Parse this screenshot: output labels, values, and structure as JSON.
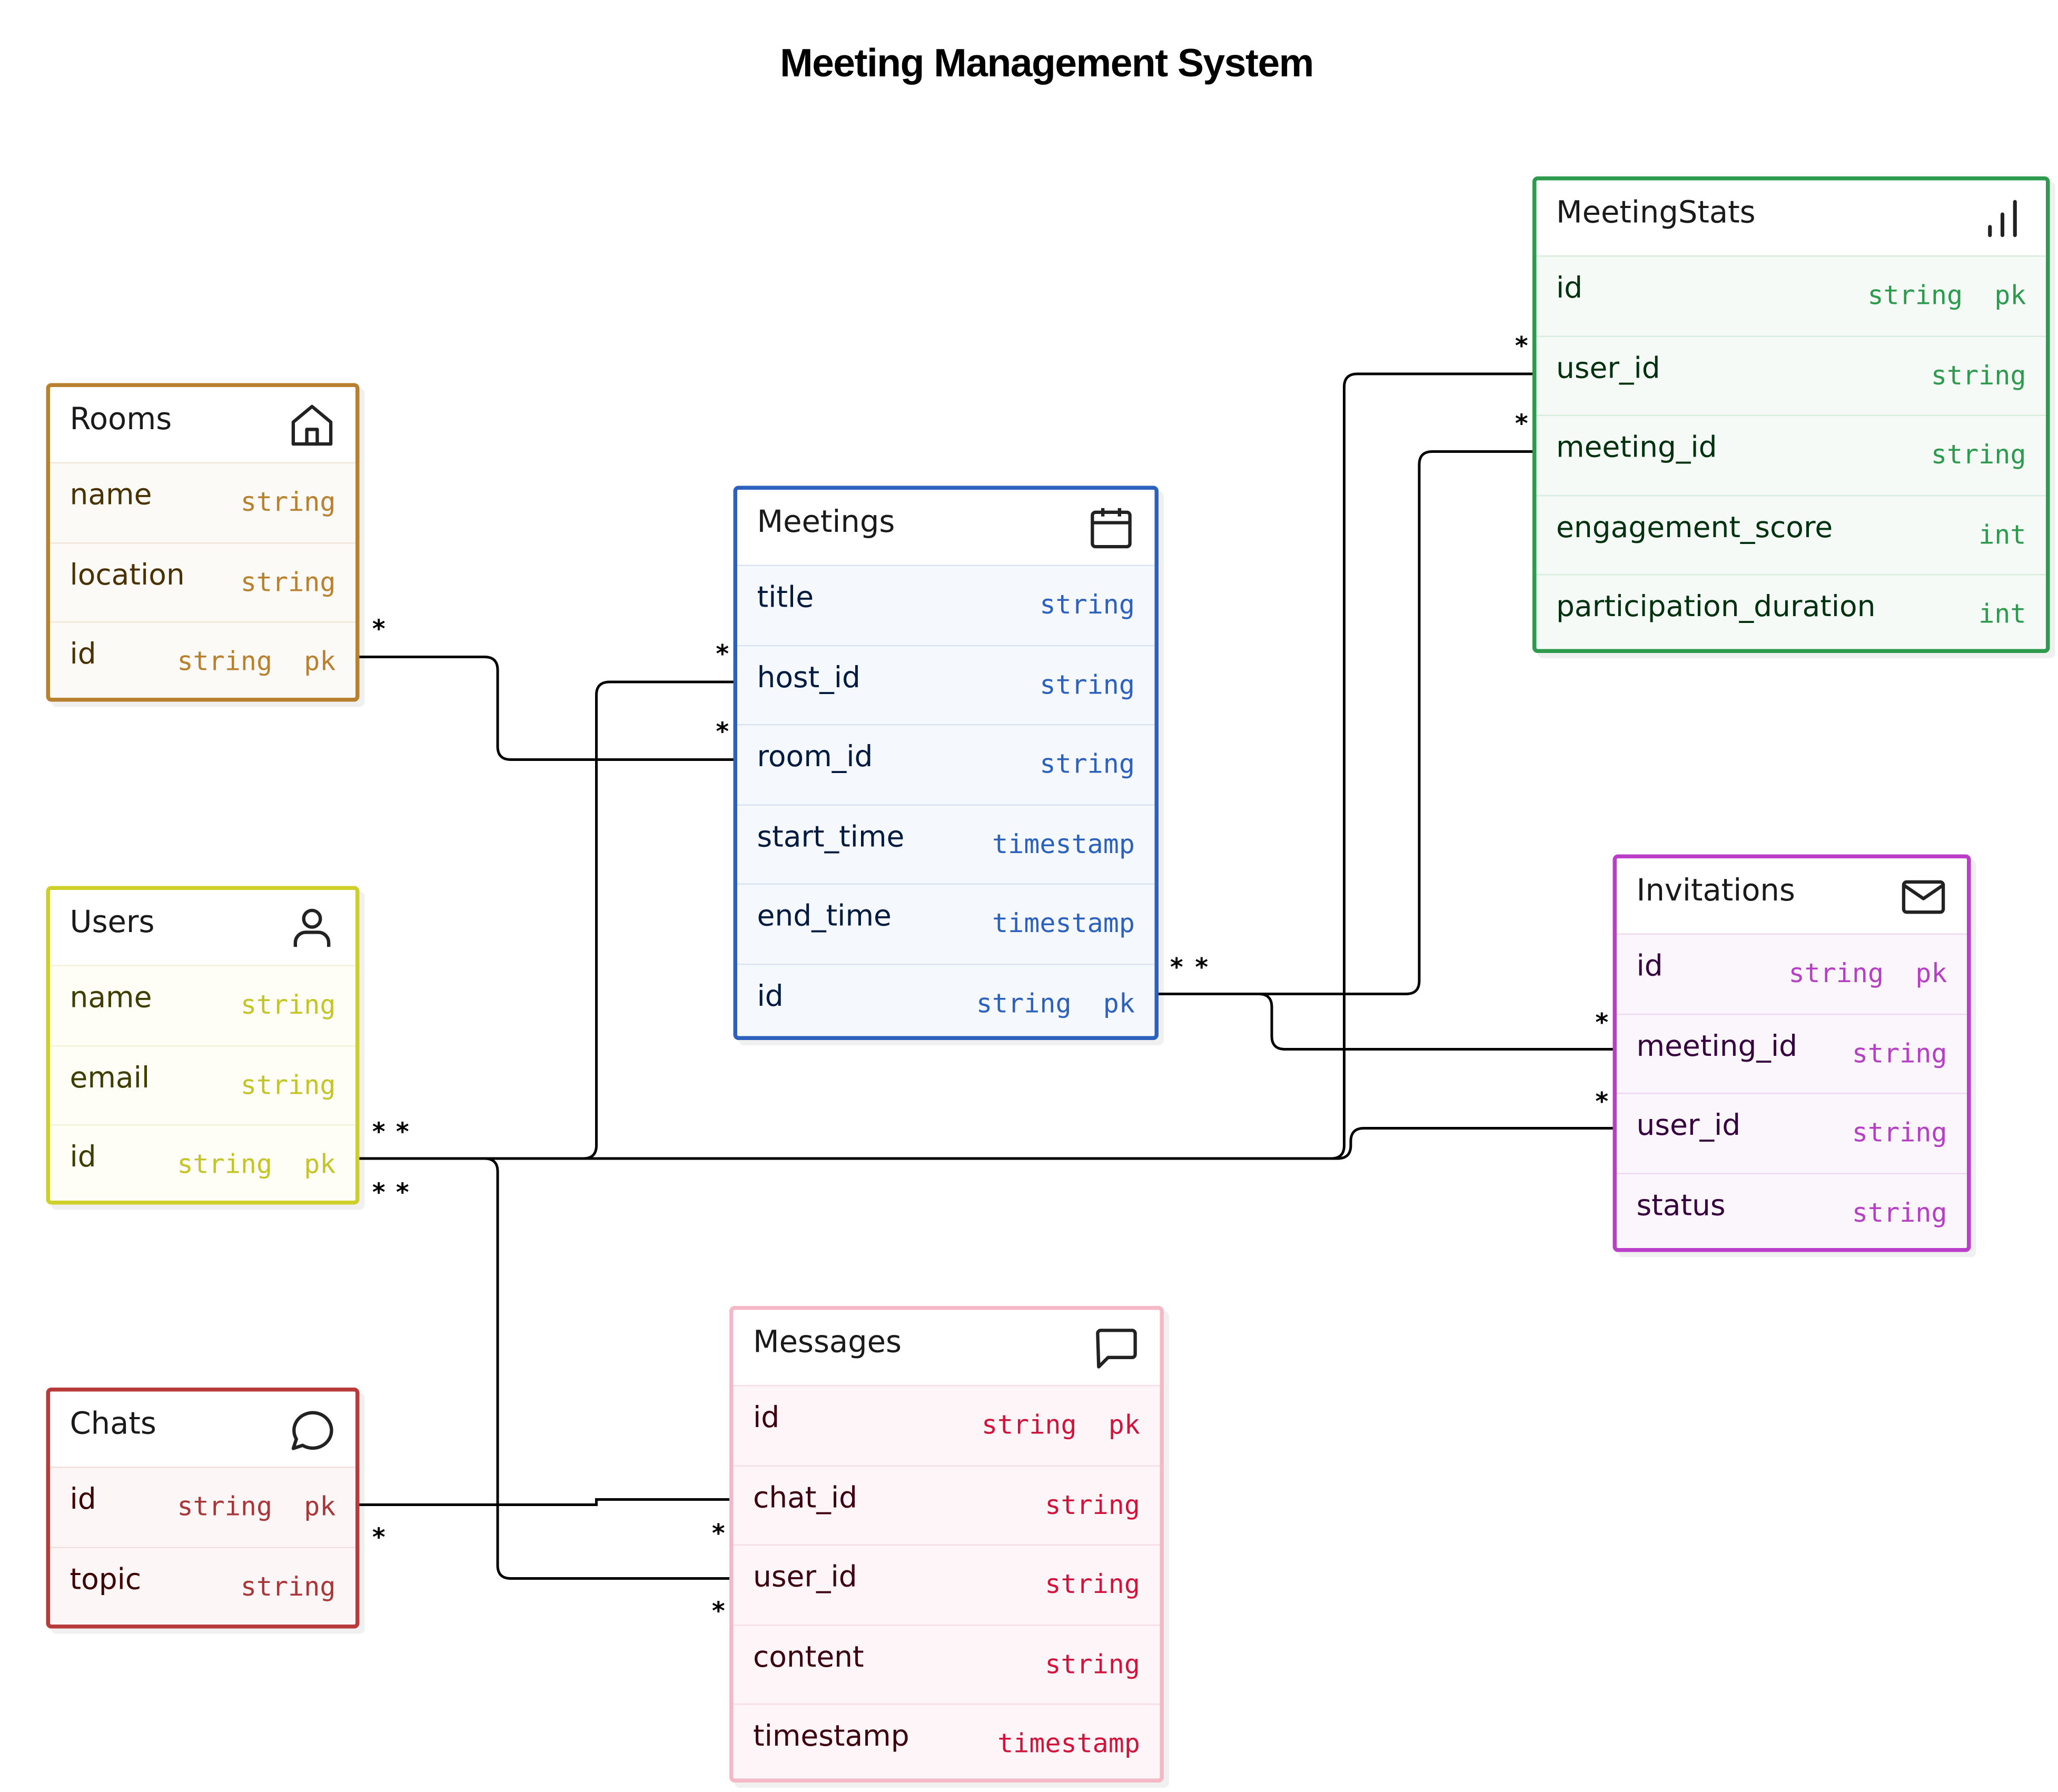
{
  "title": "Meeting Management System",
  "entities": {
    "rooms": {
      "name": "Rooms",
      "icon": "home-icon",
      "color": "#b8802f",
      "fields": [
        {
          "name": "name",
          "type": "string"
        },
        {
          "name": "location",
          "type": "string"
        },
        {
          "name": "id",
          "type": "string  pk"
        }
      ]
    },
    "users": {
      "name": "Users",
      "icon": "user-icon",
      "color": "#cfcf2a",
      "fields": [
        {
          "name": "name",
          "type": "string"
        },
        {
          "name": "email",
          "type": "string"
        },
        {
          "name": "id",
          "type": "string  pk"
        }
      ]
    },
    "chats": {
      "name": "Chats",
      "icon": "chat-bubble-icon",
      "color": "#b83a3a",
      "fields": [
        {
          "name": "id",
          "type": "string  pk"
        },
        {
          "name": "topic",
          "type": "string"
        }
      ]
    },
    "meetings": {
      "name": "Meetings",
      "icon": "calendar-icon",
      "color": "#2c62bd",
      "fields": [
        {
          "name": "title",
          "type": "string"
        },
        {
          "name": "host_id",
          "type": "string"
        },
        {
          "name": "room_id",
          "type": "string"
        },
        {
          "name": "start_time",
          "type": "timestamp"
        },
        {
          "name": "end_time",
          "type": "timestamp"
        },
        {
          "name": "id",
          "type": "string  pk"
        }
      ]
    },
    "messages": {
      "name": "Messages",
      "icon": "message-square-icon",
      "color": "#f5b8c6",
      "fields": [
        {
          "name": "id",
          "type": "string  pk"
        },
        {
          "name": "chat_id",
          "type": "string"
        },
        {
          "name": "user_id",
          "type": "string"
        },
        {
          "name": "content",
          "type": "string"
        },
        {
          "name": "timestamp",
          "type": "timestamp"
        }
      ]
    },
    "stats": {
      "name": "MeetingStats",
      "icon": "bar-chart-icon",
      "color": "#2e9a4e",
      "fields": [
        {
          "name": "id",
          "type": "string  pk"
        },
        {
          "name": "user_id",
          "type": "string"
        },
        {
          "name": "meeting_id",
          "type": "string"
        },
        {
          "name": "engagement_score",
          "type": "int"
        },
        {
          "name": "participation_duration",
          "type": "int"
        }
      ]
    },
    "invitations": {
      "name": "Invitations",
      "icon": "mail-icon",
      "color": "#bb3ec8",
      "fields": [
        {
          "name": "id",
          "type": "string  pk"
        },
        {
          "name": "meeting_id",
          "type": "string"
        },
        {
          "name": "user_id",
          "type": "string"
        },
        {
          "name": "status",
          "type": "string"
        }
      ]
    }
  },
  "relationships": [
    {
      "from": "Rooms.id",
      "to": "Meetings.room_id",
      "from_label": "*",
      "to_label": "*"
    },
    {
      "from": "Users.id",
      "to": "Meetings.host_id",
      "from_label": "*",
      "to_label": "*"
    },
    {
      "from": "Users.id",
      "to": "MeetingStats.user_id",
      "from_label": "*",
      "to_label": "*"
    },
    {
      "from": "Users.id",
      "to": "Invitations.user_id",
      "from_label": "*",
      "to_label": "*"
    },
    {
      "from": "Users.id",
      "to": "Messages.user_id",
      "from_label": "*",
      "to_label": "*"
    },
    {
      "from": "Meetings.id",
      "to": "MeetingStats.meeting_id",
      "from_label": "*",
      "to_label": "*"
    },
    {
      "from": "Meetings.id",
      "to": "Invitations.meeting_id",
      "from_label": "*",
      "to_label": "*"
    },
    {
      "from": "Chats.id",
      "to": "Messages.chat_id",
      "from_label": "*",
      "to_label": "*"
    }
  ],
  "cardinality_marker": "*"
}
